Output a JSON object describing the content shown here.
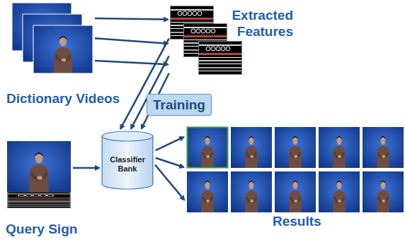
{
  "diagram": {
    "nodes": [
      {
        "text": [
          "Dictionary Videos"
        ]
      },
      {
        "text": [
          "Extracted Features"
        ]
      },
      {
        "text": [
          "Training"
        ]
      },
      {
        "text": [
          "Classifier Bank"
        ]
      },
      {
        "text": [
          "Query Sign"
        ]
      },
      {
        "text": [
          "Results"
        ]
      }
    ],
    "edges": [
      {
        "from": 0,
        "to": 1,
        "arrow": "to"
      },
      {
        "from": 0,
        "to": 1,
        "arrow": "to"
      },
      {
        "from": 0,
        "to": 1,
        "arrow": "to"
      },
      {
        "from": 1,
        "to": 3,
        "arrow": "to"
      },
      {
        "from": 1,
        "to": 3,
        "arrow": "to"
      },
      {
        "from": 1,
        "to": 3,
        "arrow": "to"
      },
      {
        "from": 4,
        "to": 3,
        "arrow": "to"
      },
      {
        "from": 3,
        "to": 5,
        "arrow": "to"
      },
      {
        "from": 3,
        "to": 5,
        "arrow": "to"
      },
      {
        "from": 3,
        "to": 5,
        "arrow": "to"
      }
    ]
  }
}
